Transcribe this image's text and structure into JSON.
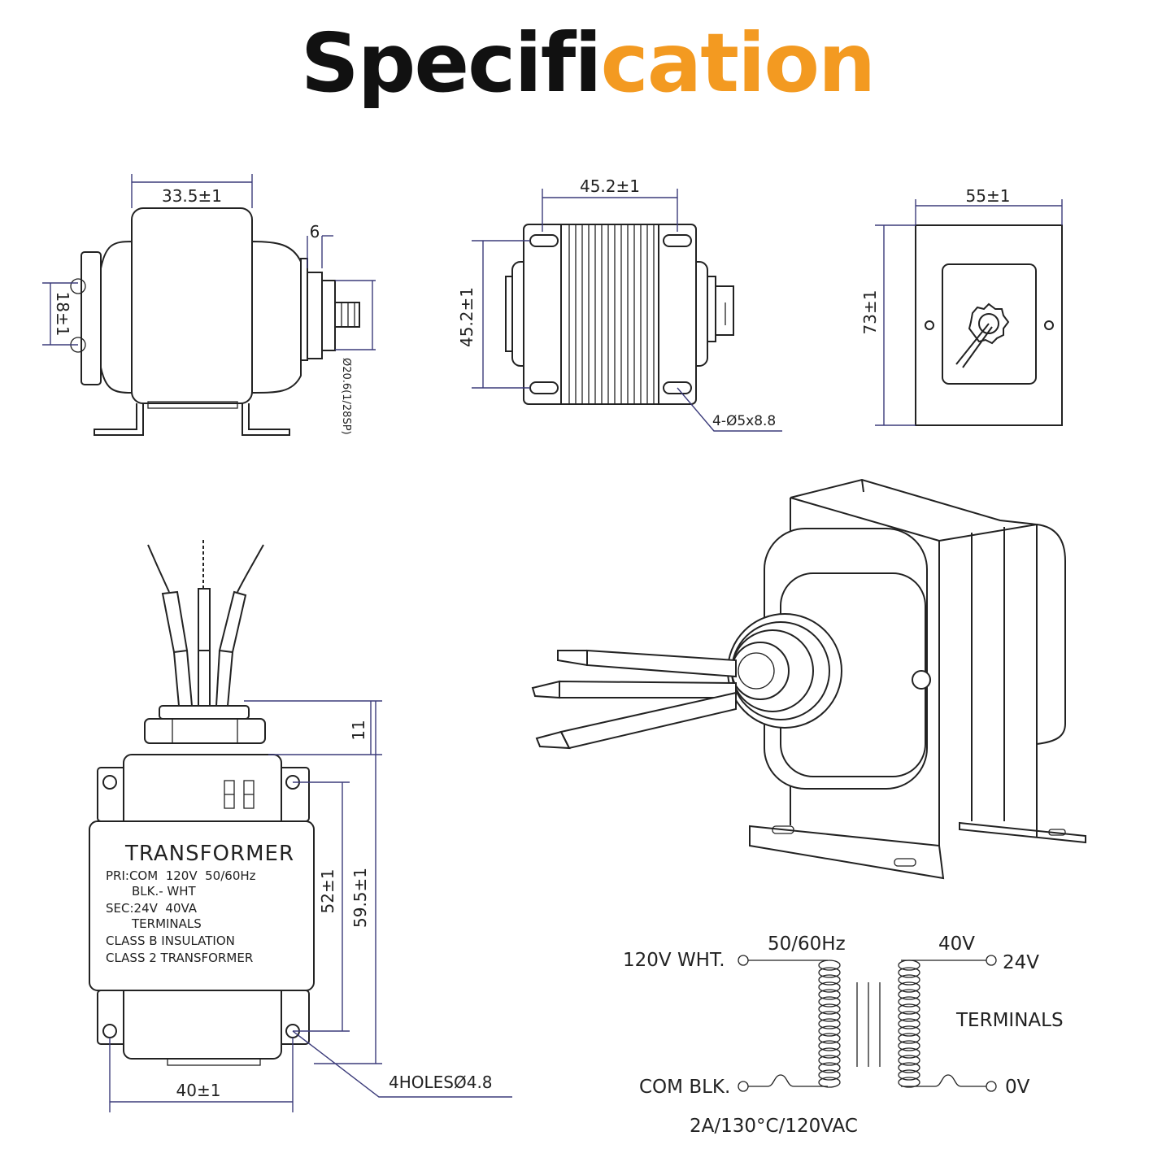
{
  "title": {
    "part1": "Specifi",
    "part2": "cation"
  },
  "colors": {
    "title_dark": "#111111",
    "title_accent": "#f39a21",
    "line": "#222222",
    "dimension": "#3b3b7a"
  },
  "side_view": {
    "width": "33.5±1",
    "terminal": "6",
    "height": "18±1",
    "thread": "Ø20.6(1/28SP)"
  },
  "front_view": {
    "width": "45.2±1",
    "height": "45.2±1",
    "holes": "4-Ø5x8.8"
  },
  "plate_view": {
    "width": "55±1",
    "height": "73±1"
  },
  "label_view": {
    "heading": "TRANSFORMER",
    "lines": [
      "PRI:COM  120V  50/60Hz",
      "BLK.- WHT",
      "SEC:24V  40VA",
      "TERMINALS",
      "CLASS B INSULATION",
      "CLASS 2 TRANSFORMER"
    ],
    "dim_top": "11",
    "dim_holes": "52±1",
    "dim_total": "59.5±1",
    "dim_width": "40±1",
    "holes": "4HOLESØ4.8"
  },
  "schematic": {
    "primary_label": "120V WHT.",
    "frequency": "50/60Hz",
    "common_label": "COM BLK.",
    "secondary_rating": "40V",
    "secondary_voltage": "24V",
    "terminals": "TERMINALS",
    "zero": "0V",
    "fuse": "2A/130°C/120VAC"
  }
}
